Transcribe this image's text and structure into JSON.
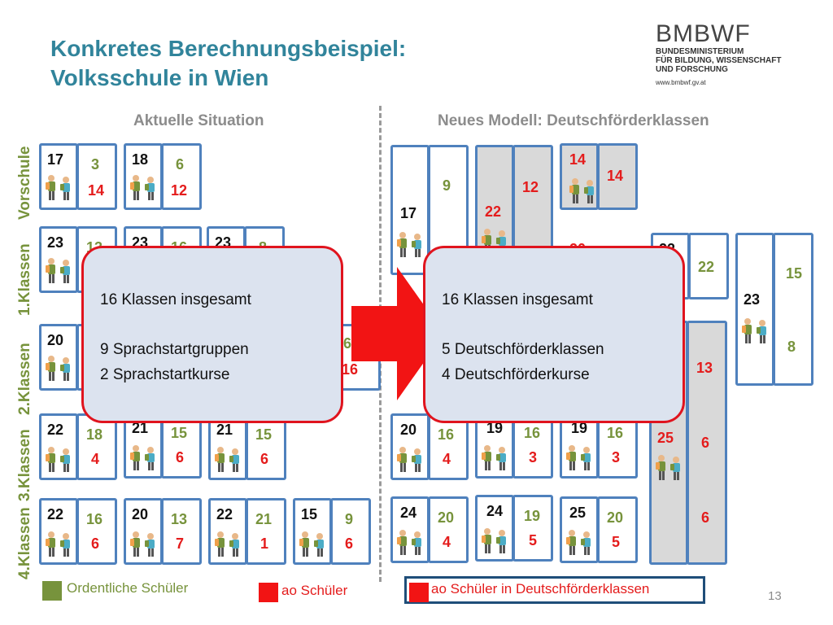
{
  "title": {
    "line1": "Konkretes Berechnungsbeispiel:",
    "line2": "Volksschule in Wien"
  },
  "logo": {
    "name": "BMBWF",
    "line1": "BUNDESMINISTERIUM",
    "line2": "FÜR BILDUNG, WISSENSCHAFT",
    "line3": "UND FORSCHUNG",
    "url": "www.bmbwf.gv.at"
  },
  "left_header": "Aktuelle Situation",
  "right_header": "Neues Modell: Deutschförderklassen",
  "row_labels": [
    "Vorschule",
    "1.Klassen",
    "2.Klassen",
    "3.Klassen",
    "4.Klassen"
  ],
  "colors": {
    "green": "#77933c",
    "red": "#e41c1c",
    "blue_border": "#4f81bd",
    "title": "#31849b"
  },
  "classes": [
    {
      "a": "17",
      "b": "3",
      "c": "14"
    },
    {
      "a": "18",
      "b": "6",
      "c": "12"
    },
    {
      "a": "23",
      "b": "13",
      "c": ""
    },
    {
      "a": "23",
      "b": "16",
      "c": ""
    },
    {
      "a": "23",
      "b": "8",
      "c": ""
    },
    {
      "a": "20",
      "b": "",
      "c": ""
    },
    {
      "a": "",
      "b": "6",
      "c": "16"
    },
    {
      "a": "22",
      "b": "18",
      "c": "4"
    },
    {
      "a": "21",
      "b": "15",
      "c": "6"
    },
    {
      "a": "21",
      "b": "15",
      "c": "6"
    },
    {
      "a": "22",
      "b": "16",
      "c": "6"
    },
    {
      "a": "20",
      "b": "13",
      "c": "7"
    },
    {
      "a": "22",
      "b": "21",
      "c": "1"
    },
    {
      "a": "15",
      "b": "9",
      "c": "6"
    },
    {
      "a": "17",
      "b": "9",
      "c": ""
    },
    {
      "a": "22",
      "b": "12",
      "c": ""
    },
    {
      "a": "14",
      "b": "14",
      "c": ""
    },
    {
      "a": "22",
      "b": "22",
      "c": ""
    },
    {
      "a": "23",
      "b": "15",
      "c": "8"
    },
    {
      "a": "13",
      "b": "",
      "c": ""
    },
    {
      "a": "20",
      "b": "16",
      "c": "4"
    },
    {
      "a": "19",
      "b": "16",
      "c": "3"
    },
    {
      "a": "19",
      "b": "16",
      "c": "3"
    },
    {
      "a": "25",
      "b": "6",
      "c": "6"
    },
    {
      "a": "24",
      "b": "20",
      "c": "4"
    },
    {
      "a": "24",
      "b": "19",
      "c": "5"
    },
    {
      "a": "25",
      "b": "20",
      "c": "5"
    },
    {
      "a": "20",
      "b": "",
      "c": ""
    }
  ],
  "popup_left": {
    "line1": "16 Klassen insgesamt",
    "line2": "9 Sprachstartgruppen",
    "line3": "2 Sprachstartkurse"
  },
  "popup_right": {
    "line1": "16 Klassen insgesamt",
    "line2": "5 Deutschförderklassen",
    "line3": "4 Deutschförderkurse"
  },
  "legend": {
    "ordentlich": "Ordentliche Schüler",
    "ao": "ao Schüler",
    "ao_dfk": "ao Schüler in Deutschförderklassen"
  },
  "page_number": "13"
}
